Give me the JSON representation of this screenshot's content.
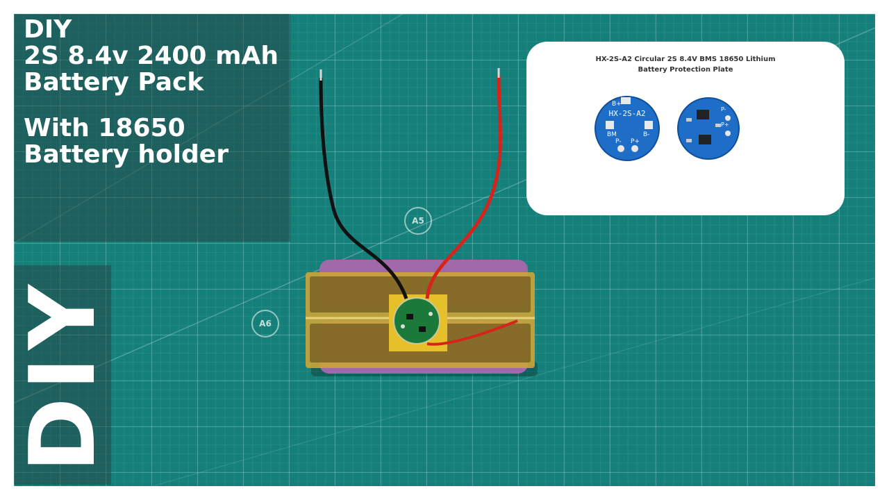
{
  "overlay": {
    "title_lines": [
      "DIY",
      "2S 8.4v 2400 mAh",
      "Battery Pack"
    ],
    "subtitle_lines": [
      "With 18650",
      "Battery holder"
    ],
    "vertical_text": "DIY"
  },
  "info_card": {
    "title_line1": "HX-2S-A2  Circular  2S 8.4V BMS 18650 Lithium",
    "title_line2": "Battery Protection Plate",
    "board_label_front": "HX-2S-A2",
    "pad_labels": [
      "B+",
      "B-",
      "BM",
      "P-",
      "P+"
    ],
    "pad_labels_back": [
      "P-",
      "P+"
    ]
  },
  "mat_markers": [
    "A5",
    "A6"
  ],
  "colors": {
    "mat": "#157f7a",
    "pcb": "#1e6ec8",
    "kapton": "#c9a43a",
    "cell_wrap": "#a06aa8",
    "wire_red": "#d4241c",
    "wire_black": "#111111"
  }
}
